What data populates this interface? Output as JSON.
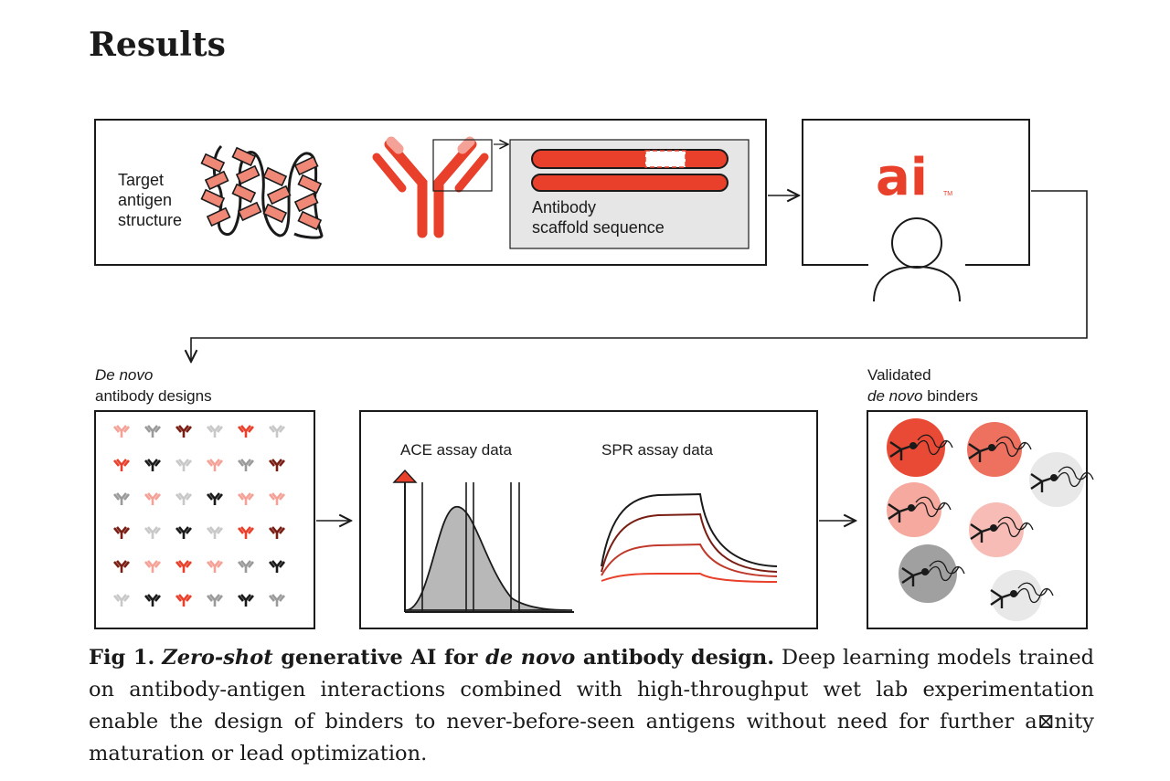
{
  "section": {
    "heading": "Results"
  },
  "figure": {
    "target_label": [
      "Target",
      "antigen",
      "structure"
    ],
    "scaffold_label": [
      "Antibody",
      "scaffold sequence"
    ],
    "ai_logo": "ai",
    "ai_tm": "TM",
    "designs_label": {
      "italic": "De novo",
      "rest": "antibody designs"
    },
    "ace_label": "ACE assay data",
    "spr_label": "SPR assay data",
    "validated_label": {
      "line1": "Validated",
      "italic": "de novo",
      "rest": " binders"
    },
    "colors": {
      "accent": "#e8402a",
      "accent_light": "#f4a297",
      "dark_red": "#7a1e14",
      "grey": "#9a9a9a",
      "light_grey": "#c8c8c8",
      "black": "#1a1a1a",
      "panel_grey": "#e6e6e6"
    }
  },
  "caption": {
    "label": "Fig 1.",
    "title_italic": "Zero-shot",
    "title_mid": " generative AI for ",
    "title_italic2": "de novo",
    "title_end": " antibody design.",
    "body": " Deep learning models trained on antibody-antigen interactions combined with high-throughput wet lab experimentation enable the design of binders to never-before-seen antigens without need for further a⊠nity maturation or lead optimization."
  }
}
